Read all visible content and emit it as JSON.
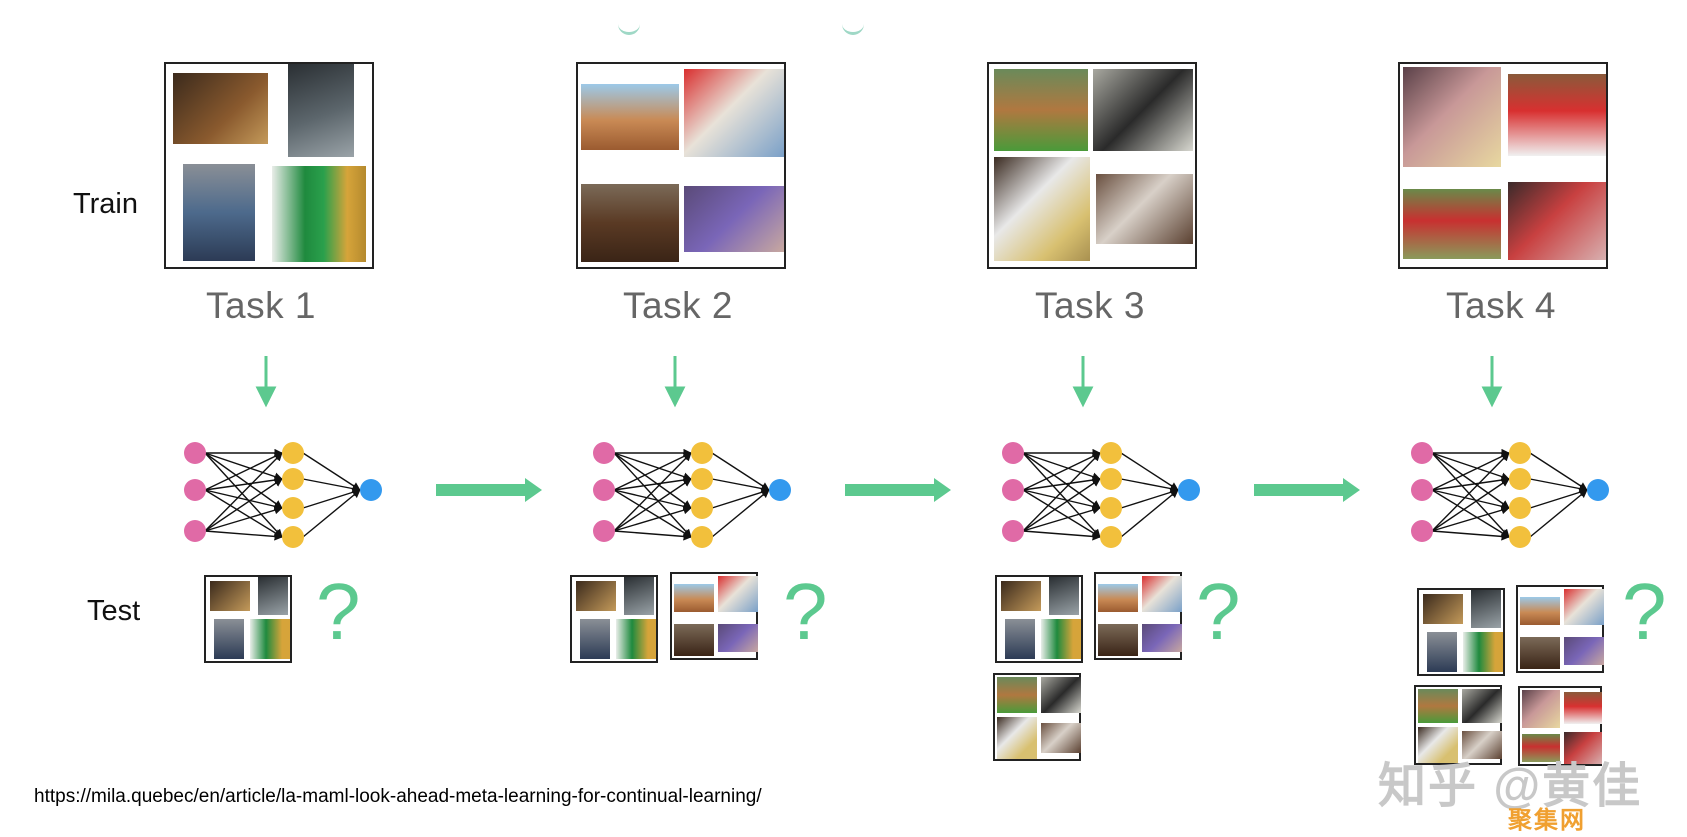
{
  "labels": {
    "train": "Train",
    "test": "Test"
  },
  "tasks": [
    {
      "title": "Task 1"
    },
    {
      "title": "Task 2"
    },
    {
      "title": "Task 3"
    },
    {
      "title": "Task 4"
    }
  ],
  "question_mark": "?",
  "source_url": "https://mila.quebec/en/article/la-maml-look-ahead-meta-learning-for-continual-learning/",
  "watermark": {
    "main": "知乎 @黄佳",
    "sub": "聚集网"
  },
  "colors": {
    "input_node": "#e06aa6",
    "hidden_node": "#f2c03c",
    "output_node": "#3399ee",
    "arrow": "#5cc98f"
  },
  "icons": [
    "down-arrow-icon",
    "right-arrow-icon",
    "neural-network-icon",
    "question-mark-icon"
  ]
}
